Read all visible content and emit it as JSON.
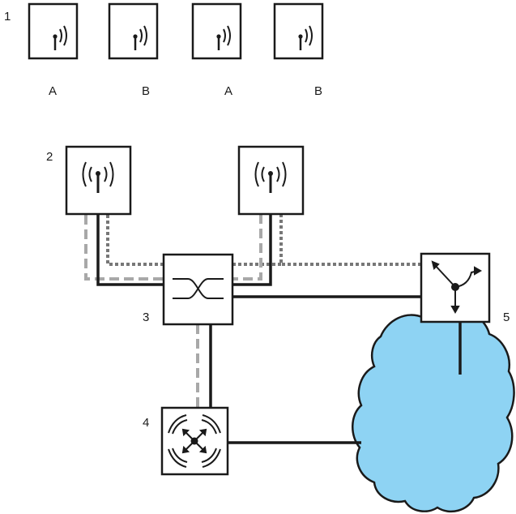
{
  "top_row": {
    "number": "1",
    "access_points": [
      {
        "label": "A",
        "icon": "access-point-directional-icon"
      },
      {
        "label": "B",
        "icon": "access-point-directional-icon"
      },
      {
        "label": "A",
        "icon": "access-point-directional-icon"
      },
      {
        "label": "B",
        "icon": "access-point-directional-icon"
      }
    ]
  },
  "network": {
    "labels": {
      "access_point": "2",
      "switch": "3",
      "controller": "4",
      "router": "5"
    },
    "nodes": {
      "access_point_left": {
        "icon": "access-point-omni-icon"
      },
      "access_point_right": {
        "icon": "access-point-omni-icon"
      },
      "switch": {
        "icon": "switch-icon"
      },
      "controller": {
        "icon": "wlan-controller-icon"
      },
      "router": {
        "icon": "router-icon"
      },
      "cloud": {
        "icon": "cloud-icon",
        "fill": "#8ed3f3"
      }
    },
    "line_styles": {
      "solid": "#1a1a1a",
      "dotted": "#777777",
      "dashed": "#a8a8a8"
    }
  }
}
